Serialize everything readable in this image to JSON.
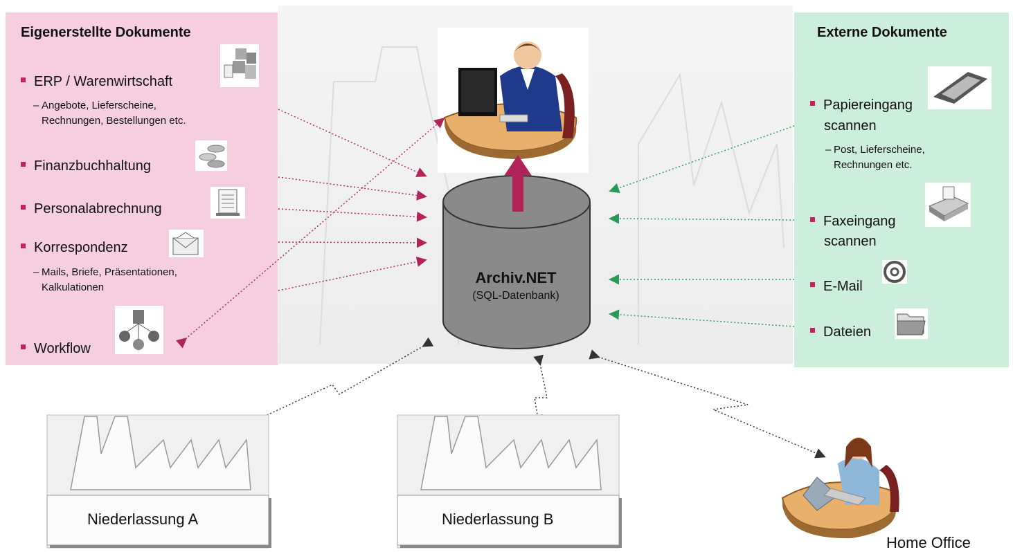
{
  "left_panel": {
    "title": "Eigenerstellte Dokumente",
    "items": [
      {
        "label": "ERP / Warenwirtschaft",
        "sub": [
          "Angebote, Lieferscheine,",
          "Rechnungen, Bestellungen etc."
        ]
      },
      {
        "label": "Finanzbuchhaltung"
      },
      {
        "label": "Personalabrechnung"
      },
      {
        "label": "Korrespondenz",
        "sub": [
          "Mails, Briefe, Präsentationen,",
          "Kalkulationen"
        ]
      },
      {
        "label": "Workflow"
      }
    ]
  },
  "right_panel": {
    "title": "Externe Dokumente",
    "items": [
      {
        "label": "Papiereingang",
        "label2": "scannen",
        "sub": [
          "Post, Lieferscheine,",
          "Rechnungen etc."
        ]
      },
      {
        "label": "Faxeingang",
        "label2": "scannen"
      },
      {
        "label": "E-Mail"
      },
      {
        "label": "Dateien"
      }
    ]
  },
  "database": {
    "title": "Archiv.NET",
    "subtitle": "(SQL-Datenbank)"
  },
  "branches": [
    {
      "label": "Niederlassung A"
    },
    {
      "label": "Niederlassung B"
    }
  ],
  "home_office": {
    "label": "Home Office"
  },
  "colors": {
    "left_panel": "#f5cfdf",
    "right_panel": "#cceedd",
    "left_arrows": "#b0245a",
    "right_arrows": "#2a9a5a",
    "bullet": "#c0245e",
    "database": "#8a8a8a",
    "up_arrow": "#b0245a"
  }
}
